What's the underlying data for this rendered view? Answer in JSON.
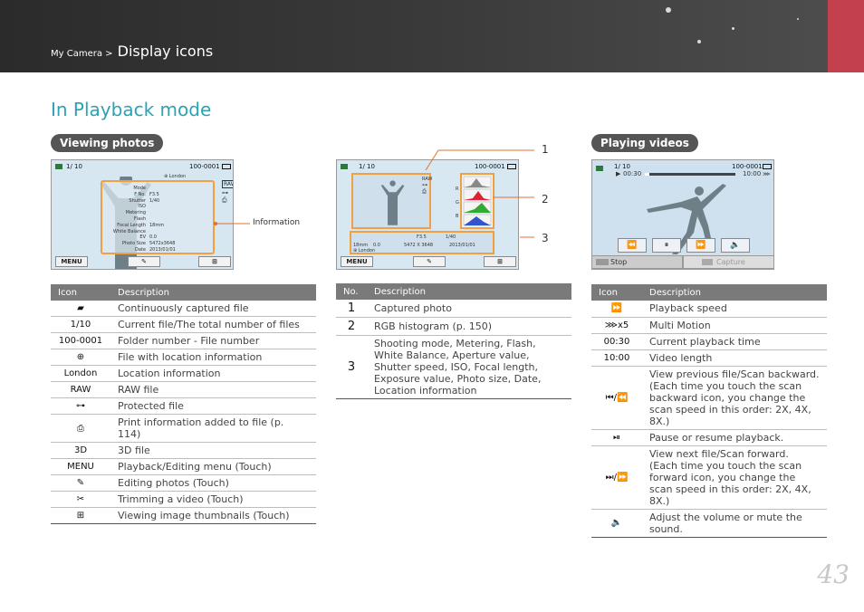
{
  "header": {
    "breadcrumb_parent": "My Camera >",
    "breadcrumb_current": "Display icons"
  },
  "page_title": "In Playback mode",
  "page_number": "43",
  "colors": {
    "accent": "#2aa3b5",
    "header_right": "#c3414f",
    "table_header": "#7a7a7a"
  },
  "viewing_photos": {
    "pill": "Viewing photos",
    "screen": {
      "counter": "1/ 10",
      "folder": "100-0001",
      "location": "London",
      "info_labels": [
        "Mode",
        "F No.",
        "Shutter",
        "ISO",
        "Metering",
        "Flash",
        "Focal Length",
        "White Balance",
        "EV",
        "Photo Size",
        "Date"
      ],
      "info_values": [
        "",
        "F3.5",
        "1/40",
        "",
        "",
        "",
        "18mm",
        "",
        "0.0",
        "5472x3648",
        "2013/01/01"
      ],
      "btn_menu": "MENU"
    },
    "callout": "Information",
    "table": {
      "headers": [
        "Icon",
        "Description"
      ],
      "rows": [
        {
          "icon": "▰",
          "desc": "Continuously captured file"
        },
        {
          "icon": "1/10",
          "desc": "Current file/The total number of files"
        },
        {
          "icon": "100-0001",
          "desc": "Folder number - File number"
        },
        {
          "icon": "⊕",
          "desc": "File with location information"
        },
        {
          "icon": "London",
          "desc": "Location information"
        },
        {
          "icon": "RAW",
          "desc": "RAW file"
        },
        {
          "icon": "⊶",
          "desc": "Protected file"
        },
        {
          "icon": "⎙",
          "desc": "Print information added to file (p. 114)"
        },
        {
          "icon": "3D",
          "desc": "3D file"
        },
        {
          "icon": "MENU",
          "desc": "Playback/Editing menu (Touch)"
        },
        {
          "icon": "✎",
          "desc": "Editing photos (Touch)"
        },
        {
          "icon": "✂",
          "desc": "Trimming a video (Touch)"
        },
        {
          "icon": "⊞",
          "desc": "Viewing image thumbnails (Touch)"
        }
      ]
    }
  },
  "middle": {
    "screen": {
      "counter": "1/ 10",
      "folder": "100-0001",
      "aperture": "F3.5",
      "shutter": "1/40",
      "focal": "18mm",
      "ev": "0.0",
      "size": "5472 X 3648",
      "date": "2013/01/01",
      "location": "London",
      "btn_menu": "MENU",
      "rgb": [
        "",
        "R",
        "G",
        "B"
      ]
    },
    "callouts": [
      "1",
      "2",
      "3"
    ],
    "table": {
      "headers": [
        "No.",
        "Description"
      ],
      "rows": [
        {
          "no": "1",
          "desc": "Captured photo"
        },
        {
          "no": "2",
          "desc": "RGB histogram (p. 150)"
        },
        {
          "no": "3",
          "desc": "Shooting mode, Metering, Flash, White Balance, Aperture value, Shutter speed, ISO, Focal length, Exposure value, Photo size, Date, Location information"
        }
      ]
    }
  },
  "playing_videos": {
    "pill": "Playing videos",
    "screen": {
      "counter": "1/ 10",
      "folder": "100-0001",
      "elapsed": "00:30",
      "length": "10:00",
      "stop": "Stop",
      "capture": "Capture"
    },
    "table": {
      "headers": [
        "Icon",
        "Description"
      ],
      "rows": [
        {
          "icon": "⏩",
          "desc": "Playback speed"
        },
        {
          "icon": "⋙x5",
          "desc": "Multi Motion"
        },
        {
          "icon": "00:30",
          "desc": "Current playback time"
        },
        {
          "icon": "10:00",
          "desc": "Video length"
        },
        {
          "icon": "⏮/⏪",
          "desc": "View previous file/Scan backward. (Each time you touch the scan backward icon, you change the scan speed in this order: 2X, 4X, 8X.)"
        },
        {
          "icon": "⏯",
          "desc": "Pause or resume playback."
        },
        {
          "icon": "⏭/⏩",
          "desc": "View next file/Scan forward. (Each time you touch the scan forward icon, you change the scan speed in this order: 2X, 4X, 8X.)"
        },
        {
          "icon": "🔈",
          "desc": "Adjust the volume or mute the sound."
        }
      ]
    }
  }
}
